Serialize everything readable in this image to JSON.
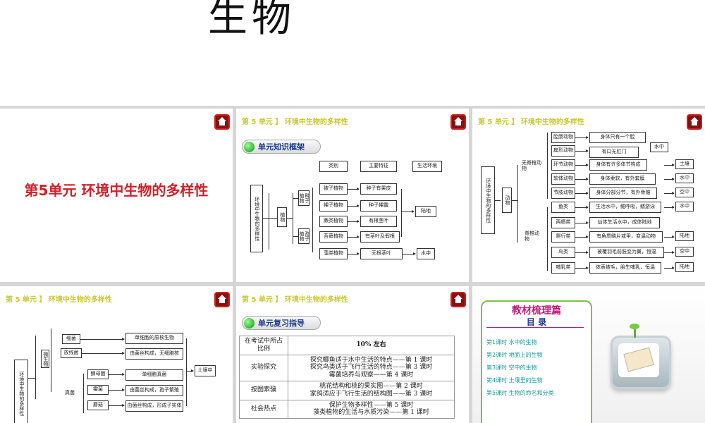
{
  "top_title": "生物",
  "slide1": {
    "title": "第5单元  环境中生物的多样性"
  },
  "slide2": {
    "header": "第 5 单元 】 环境中生物的多样性",
    "pill": "单元知识框架",
    "cols": [
      "类别",
      "主要特征",
      "生活环境"
    ],
    "root": "环境中生物的多样性",
    "plant": "植物",
    "seed": "种子植物",
    "spore": "孢子植物",
    "rows": [
      {
        "name": "被子植物",
        "feat": "种子有果皮"
      },
      {
        "name": "裸子植物",
        "feat": "种子裸露"
      },
      {
        "name": "蕨类植物",
        "feat": "有根茎叶"
      },
      {
        "name": "苔藓植物",
        "feat": "有茎叶及假根"
      },
      {
        "name": "藻类植物",
        "feat": "无根茎叶"
      }
    ],
    "env1": "陆地",
    "env2": "水中"
  },
  "slide3": {
    "header": "第 5 单元 】 环境中生物的多样性",
    "root": "环境中生物的多样性",
    "animal": "动物",
    "inv": "无脊椎动物",
    "vert": "脊椎动物",
    "rows": [
      {
        "name": "腔肠动物",
        "feat": "身体只有一个腔"
      },
      {
        "name": "扁形动物",
        "feat": "有口无肛门"
      },
      {
        "name": "环节动物",
        "feat": "身体有许多体节构成"
      },
      {
        "name": "软体动物",
        "feat": "身体柔软，有外套膜"
      },
      {
        "name": "节肢动物",
        "feat": "身体分部分节，有外骨骼"
      },
      {
        "name": "鱼类",
        "feat": "生活水中，鳃呼吸，鳍游泳"
      },
      {
        "name": "两栖类",
        "feat": "幼体生活水中，成体陆地"
      },
      {
        "name": "爬行类",
        "feat": "有角质鳞片或甲，变温动物"
      },
      {
        "name": "鸟类",
        "feat": "被覆羽毛前肢变为翼，恒温"
      },
      {
        "name": "哺乳类",
        "feat": "体表被毛，胎生哺乳，恒温"
      }
    ],
    "envs": [
      "水中",
      "土壤",
      "水中",
      "空中",
      "水中",
      "陆地",
      "空中",
      "陆地"
    ]
  },
  "slide4": {
    "header": "第 5 单元 】 环境中生物的多样性",
    "root": "环境中生物的多样性",
    "micro": "微生物",
    "fungi": "真菌",
    "rows": [
      {
        "name": "细菌",
        "feat": "单细胞的原核生物"
      },
      {
        "name": "放线菌",
        "feat": "由菌丝构成，无细胞核"
      },
      {
        "name": "酵母菌",
        "feat": "单细胞真菌"
      },
      {
        "name": "霉菌",
        "feat": "由菌丝构成，孢子繁殖"
      },
      {
        "name": "蘑菇",
        "feat": "由菌丝构成，形成子实体"
      }
    ],
    "env": "土壤中"
  },
  "slide5": {
    "header": "第 5 单元 】 环境中生物的多样性",
    "pill": "单元复习指导",
    "table": [
      {
        "k": "在考试中所占比例",
        "v": "10% 左右"
      },
      {
        "k": "实验探究",
        "v": "探究鲫鱼适于水中生活的特点——第 1 课时\n探究鸟类适于飞行生活的特点——第 3 课时\n霉菌培养与观察——第 4 课时"
      },
      {
        "k": "按图索骥",
        "v": "桃花结构和桃的果实图——第 2 课时\n家鸽适应于飞行生活的结构图——第 3 课时"
      },
      {
        "k": "社会热点",
        "v": "保护生物多样性——第 5 课时\n藻类植物的生活与水质污染——第 1 课时"
      }
    ]
  },
  "slide6": {
    "title": "教材梳理篇",
    "subtitle": "目  录",
    "items": [
      "第1课时    水中的生物",
      "第2课时    地面上的生物",
      "第3课时    空中的生物",
      "第4课时    土壤里的生物",
      "第5课时    生物的命名和分类"
    ]
  },
  "colors": {
    "title_red": "#d0202a",
    "header_yellow": "#c8c830",
    "home": "#8b0f0f",
    "toc_green": "#7cc04a",
    "toc_teal": "#1a9a9a",
    "toc_pink": "#c2187a"
  }
}
